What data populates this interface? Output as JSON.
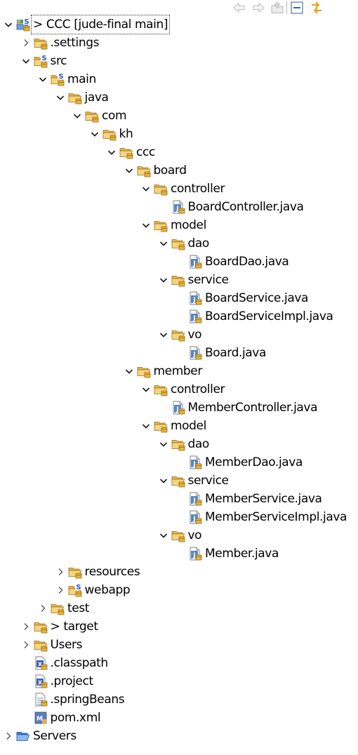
{
  "toolbar": {
    "buttons": [
      {
        "name": "back-arrow-icon",
        "enabled": false
      },
      {
        "name": "forward-arrow-icon",
        "enabled": false
      },
      {
        "name": "up-folder-icon",
        "enabled": false
      },
      {
        "name": "collapse-all-icon",
        "enabled": true
      },
      {
        "name": "link-with-editor-icon",
        "enabled": true
      }
    ]
  },
  "tree": [
    {
      "depth": 0,
      "twisty": "open",
      "icon": "project-spring-icon",
      "label": "> CCC [jude-final main]",
      "selected": true
    },
    {
      "depth": 1,
      "twisty": "closed",
      "icon": "folder-icon",
      "label": ".settings"
    },
    {
      "depth": 1,
      "twisty": "open",
      "icon": "source-folder-spring-icon",
      "label": "src"
    },
    {
      "depth": 2,
      "twisty": "open",
      "icon": "source-folder-spring-icon",
      "label": "main"
    },
    {
      "depth": 3,
      "twisty": "open",
      "icon": "folder-icon",
      "label": "java"
    },
    {
      "depth": 4,
      "twisty": "open",
      "icon": "folder-icon",
      "label": "com"
    },
    {
      "depth": 5,
      "twisty": "open",
      "icon": "folder-icon",
      "label": "kh"
    },
    {
      "depth": 6,
      "twisty": "open",
      "icon": "folder-icon",
      "label": "ccc"
    },
    {
      "depth": 7,
      "twisty": "open",
      "icon": "folder-icon",
      "label": "board"
    },
    {
      "depth": 8,
      "twisty": "open",
      "icon": "folder-icon",
      "label": "controller"
    },
    {
      "depth": 9,
      "twisty": "none",
      "icon": "java-file-icon",
      "label": "BoardController.java"
    },
    {
      "depth": 8,
      "twisty": "open",
      "icon": "folder-icon",
      "label": "model"
    },
    {
      "depth": 9,
      "twisty": "open",
      "icon": "folder-icon",
      "label": "dao"
    },
    {
      "depth": 10,
      "twisty": "none",
      "icon": "java-file-icon",
      "label": "BoardDao.java"
    },
    {
      "depth": 9,
      "twisty": "open",
      "icon": "folder-icon",
      "label": "service"
    },
    {
      "depth": 10,
      "twisty": "none",
      "icon": "java-file-icon",
      "label": "BoardService.java"
    },
    {
      "depth": 10,
      "twisty": "none",
      "icon": "java-file-icon",
      "label": "BoardServiceImpl.java"
    },
    {
      "depth": 9,
      "twisty": "open",
      "icon": "folder-icon",
      "label": "vo"
    },
    {
      "depth": 10,
      "twisty": "none",
      "icon": "java-file-icon",
      "label": "Board.java"
    },
    {
      "depth": 7,
      "twisty": "open",
      "icon": "folder-icon",
      "label": "member"
    },
    {
      "depth": 8,
      "twisty": "open",
      "icon": "folder-icon",
      "label": "controller"
    },
    {
      "depth": 9,
      "twisty": "none",
      "icon": "java-file-icon",
      "label": "MemberController.java"
    },
    {
      "depth": 8,
      "twisty": "open",
      "icon": "folder-icon",
      "label": "model"
    },
    {
      "depth": 9,
      "twisty": "open",
      "icon": "folder-icon",
      "label": "dao"
    },
    {
      "depth": 10,
      "twisty": "none",
      "icon": "java-file-icon",
      "label": "MemberDao.java"
    },
    {
      "depth": 9,
      "twisty": "open",
      "icon": "folder-icon",
      "label": "service"
    },
    {
      "depth": 10,
      "twisty": "none",
      "icon": "java-file-icon",
      "label": "MemberService.java"
    },
    {
      "depth": 10,
      "twisty": "none",
      "icon": "java-file-icon",
      "label": "MemberServiceImpl.java"
    },
    {
      "depth": 9,
      "twisty": "open",
      "icon": "folder-icon",
      "label": "vo"
    },
    {
      "depth": 10,
      "twisty": "none",
      "icon": "java-file-icon",
      "label": "Member.java"
    },
    {
      "depth": 3,
      "twisty": "closed",
      "icon": "folder-icon",
      "label": "resources"
    },
    {
      "depth": 3,
      "twisty": "closed",
      "icon": "source-folder-spring-icon",
      "label": "webapp"
    },
    {
      "depth": 2,
      "twisty": "closed",
      "icon": "folder-icon",
      "label": "test"
    },
    {
      "depth": 1,
      "twisty": "closed",
      "icon": "folder-icon",
      "label": "> target"
    },
    {
      "depth": 1,
      "twisty": "closed",
      "icon": "folder-icon",
      "label": "Users"
    },
    {
      "depth": 1,
      "twisty": "none",
      "icon": "xml-file-icon",
      "label": ".classpath"
    },
    {
      "depth": 1,
      "twisty": "none",
      "icon": "xml-file-icon",
      "label": ".project"
    },
    {
      "depth": 1,
      "twisty": "none",
      "icon": "text-file-icon",
      "label": ".springBeans"
    },
    {
      "depth": 1,
      "twisty": "none",
      "icon": "maven-pom-icon",
      "label": "pom.xml"
    },
    {
      "depth": 0,
      "twisty": "closed",
      "icon": "servers-folder-icon",
      "label": "Servers"
    }
  ]
}
